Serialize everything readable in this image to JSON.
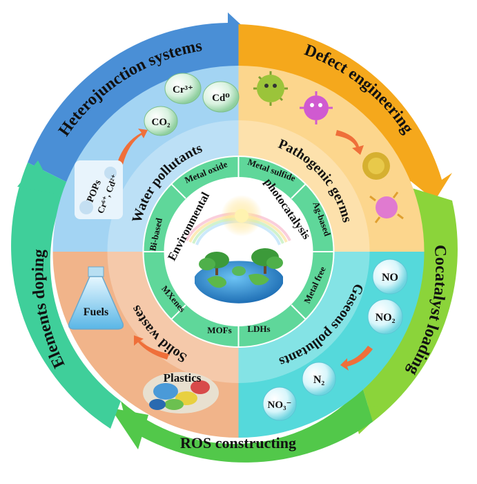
{
  "center": {
    "title_line1": "Environmental",
    "title_line2": "photocatalysis"
  },
  "outer_ring": [
    {
      "label": "Heterojunction systems",
      "color": "#4a8fd6"
    },
    {
      "label": "Defect engineering",
      "color": "#f5a81c"
    },
    {
      "label": "Cocatalyst loading",
      "color": "#8bd43a"
    },
    {
      "label": "ROS constructing",
      "color": "#52c84a"
    },
    {
      "label": "Elements doping",
      "color": "#3fcf9a"
    }
  ],
  "pollutant_ring": [
    {
      "label": "Water pollutants",
      "color": "#a3d4f3"
    },
    {
      "label": "Pathogenic germs",
      "color": "#fcd68d"
    },
    {
      "label": "Gaseous pollutants",
      "color": "#55d9db"
    },
    {
      "label": "Solid wastes",
      "color": "#f1b48a"
    }
  ],
  "materials": [
    "Metal oxide",
    "Metal sulfide",
    "Ag-based",
    "Metal free",
    "LDHs",
    "MOFs",
    "MXenes",
    "Bi-based"
  ],
  "water": {
    "bubble_cr": "Cr³⁺",
    "bubble_cd": "Cd⁰",
    "bubble_co2": "CO₂",
    "pops_line1": "POPs",
    "pops_line2": "Cr⁶⁺, Cd²⁺"
  },
  "gas": {
    "bubble_no": "NO",
    "bubble_no2": "NO₂",
    "bubble_n2": "N₂",
    "bubble_no3": "NO₃⁻"
  },
  "solid": {
    "fuels_label": "Fuels",
    "plastics_label": "Plastics"
  }
}
